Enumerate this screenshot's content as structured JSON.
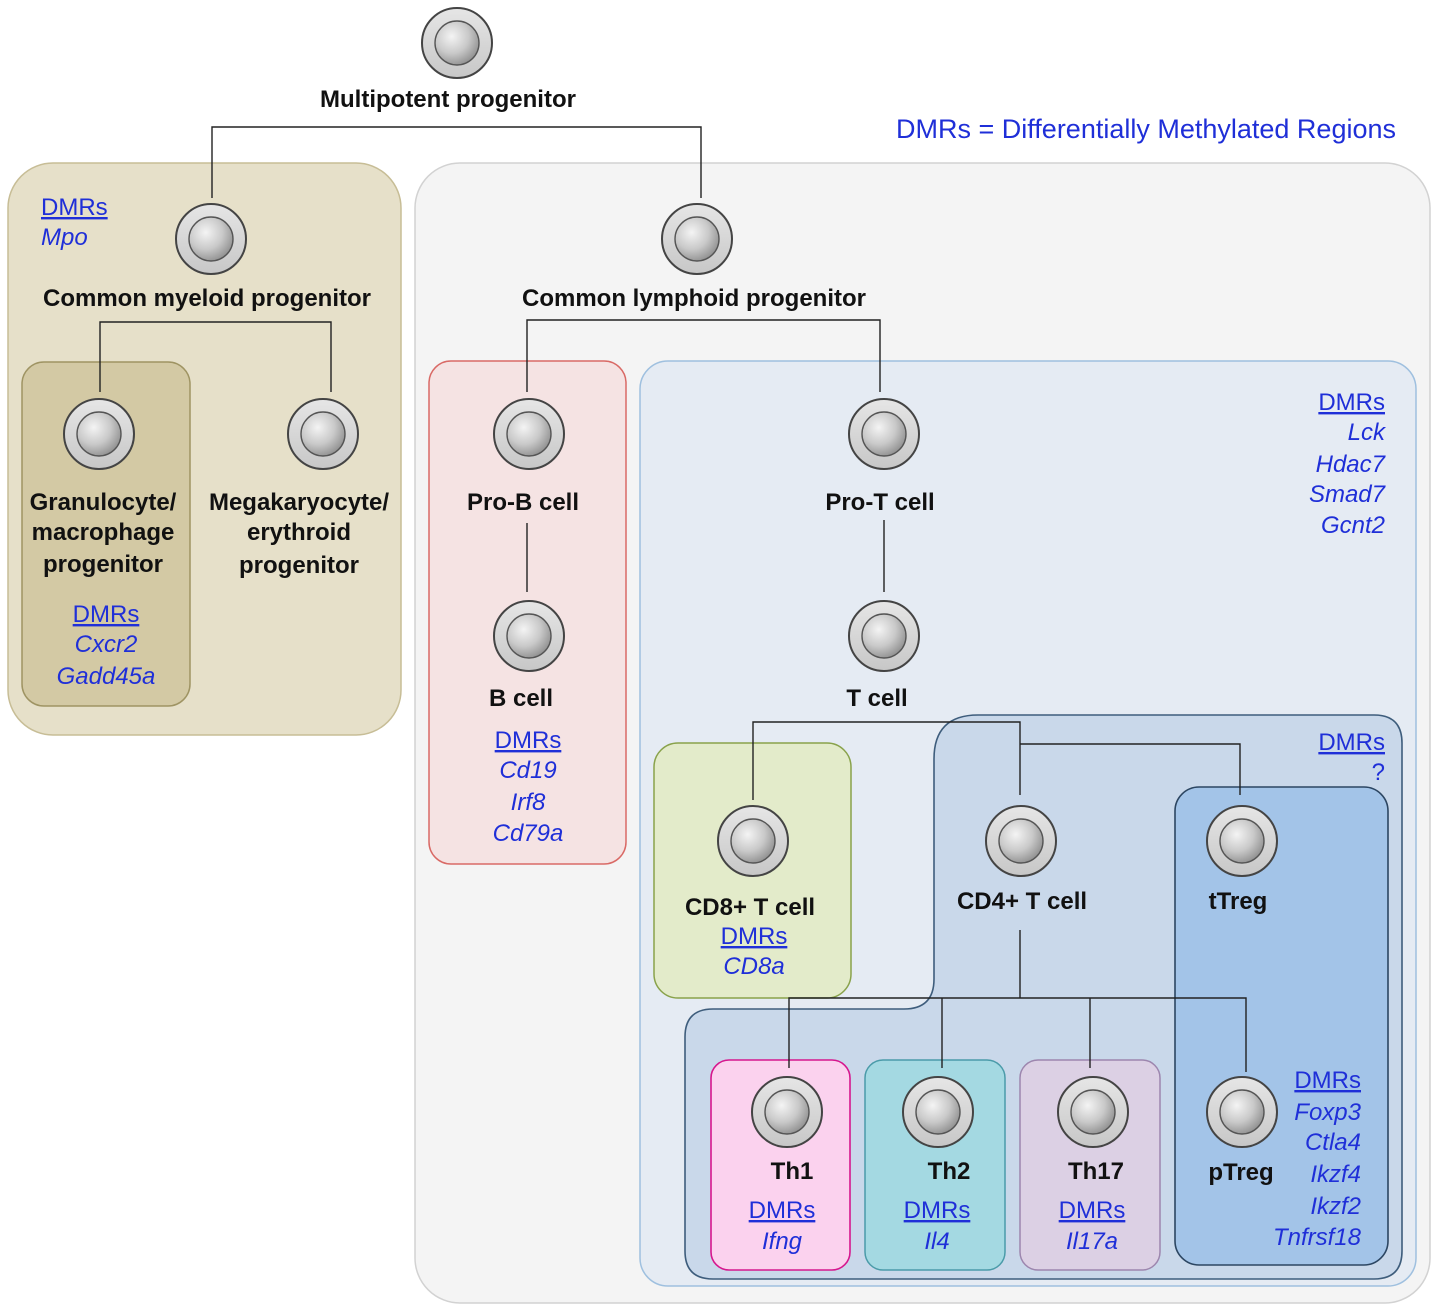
{
  "legend": "DMRs = Differentially Methylated Regions",
  "colors": {
    "myeloid_panel": "#e6e0c9",
    "gmp_panel": "#d3c9a4",
    "lymphoid_panel": "#f4f4f4",
    "bcell_panel": "#f5e3e3",
    "tcell_panel": "#e5ebf3",
    "cd8_panel": "#e3ebca",
    "cd4_panel": "#c9d8ea",
    "treg_panel": "#a3c4e8",
    "th1_panel": "#fbd2ee",
    "th2_panel": "#a4d9e2",
    "th17_panel": "#dcd0e4",
    "dmr_text": "#1f2fd8"
  },
  "nodes": {
    "mpp": "Multipotent progenitor",
    "cmp": "Common myeloid progenitor",
    "clp": "Common lymphoid progenitor",
    "gmp": [
      "Granulocyte/",
      "macrophage",
      "progenitor"
    ],
    "mep": [
      "Megakaryocyte/",
      "erythroid",
      "progenitor"
    ],
    "prob": "Pro-B cell",
    "bcell": "B cell",
    "prot": "Pro-T cell",
    "tcell": "T cell",
    "cd8": "CD8+ T cell",
    "cd4": "CD4+ T cell",
    "ttreg": "tTreg",
    "ptreg": "pTreg",
    "th1": "Th1",
    "th2": "Th2",
    "th17": "Th17"
  },
  "dmrs": {
    "heading": "DMRs",
    "myeloid": [
      "Mpo"
    ],
    "gmp": [
      "Cxcr2",
      "Gadd45a"
    ],
    "bcell": [
      "Cd19",
      "Irf8",
      "Cd79a"
    ],
    "tcell": [
      "Lck",
      "Hdac7",
      "Smad7",
      "Gcnt2"
    ],
    "cd4_group": [
      "?"
    ],
    "cd8": [
      "CD8a"
    ],
    "treg": [
      "Foxp3",
      "Ctla4",
      "Ikzf4",
      "Ikzf2",
      "Tnfrsf18"
    ],
    "th1": [
      "Ifng"
    ],
    "th2": [
      "Il4"
    ],
    "th17": [
      "Il17a"
    ]
  }
}
